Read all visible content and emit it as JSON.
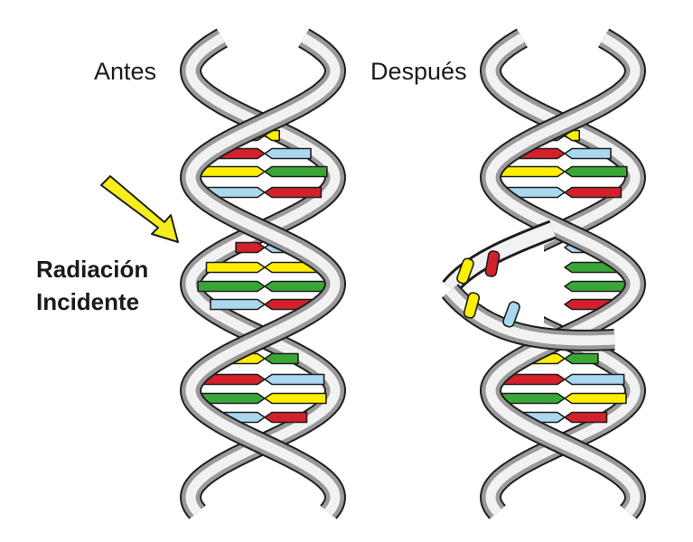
{
  "labels": {
    "before": "Antes",
    "after": "Después",
    "radiation_line1": "Radiación",
    "radiation_line2": "Incidente"
  },
  "colors": {
    "green": "#3aa637",
    "yellow": "#ffee00",
    "red": "#d4202a",
    "blue": "#a9d8f0",
    "backbone_light": "#f2f2f2",
    "backbone_dark": "#9a9a9a",
    "outline": "#1e1e1e",
    "arrow_fill": "#f5ee1c"
  },
  "icons": [
    "radiation-arrow-icon"
  ],
  "helices": [
    {
      "id": "before",
      "intact": true,
      "rungs": [
        [
          "green",
          "yellow"
        ],
        [
          "red",
          "blue"
        ],
        [
          "yellow",
          "green"
        ],
        [
          "blue",
          "red"
        ],
        [
          "red",
          "blue"
        ],
        [
          "yellow",
          "yellow"
        ],
        [
          "green",
          "green"
        ],
        [
          "blue",
          "red"
        ],
        [
          "yellow",
          "green"
        ],
        [
          "red",
          "blue"
        ],
        [
          "green",
          "yellow"
        ],
        [
          "blue",
          "red"
        ]
      ]
    },
    {
      "id": "after",
      "intact": false,
      "rungs": [
        [
          "green",
          "yellow"
        ],
        [
          "red",
          "blue"
        ],
        [
          "yellow",
          "green"
        ],
        [
          "blue",
          "red"
        ],
        [
          "none",
          "blue"
        ],
        [
          "none",
          "green"
        ],
        [
          "none",
          "green"
        ],
        [
          "none",
          "red"
        ],
        [
          "yellow",
          "green"
        ],
        [
          "red",
          "blue"
        ],
        [
          "green",
          "yellow"
        ],
        [
          "blue",
          "red"
        ]
      ]
    }
  ]
}
